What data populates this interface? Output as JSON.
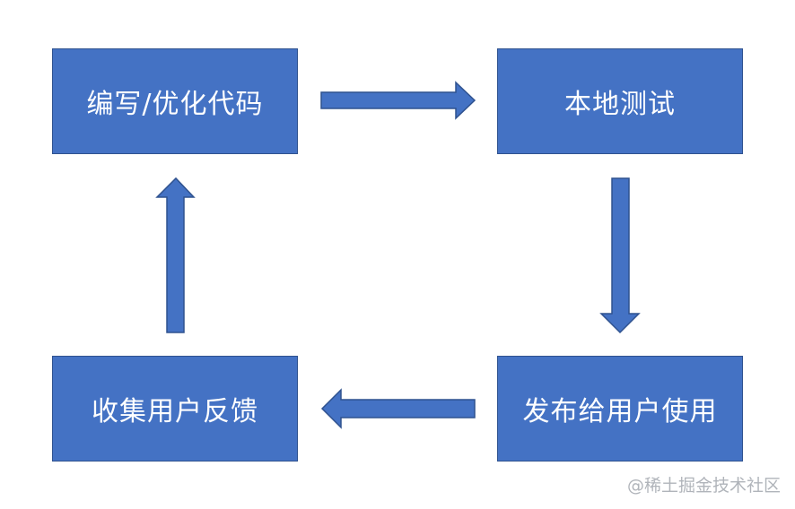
{
  "nodes": {
    "code": "编写/优化代码",
    "test": "本地测试",
    "release": "发布给用户使用",
    "feedback": "收集用户反馈"
  },
  "watermark": "@稀土掘金技术社区",
  "colors": {
    "box_fill": "#4472c4",
    "box_border": "#2f528f",
    "text": "#ffffff",
    "watermark": "#b0b4ba"
  }
}
